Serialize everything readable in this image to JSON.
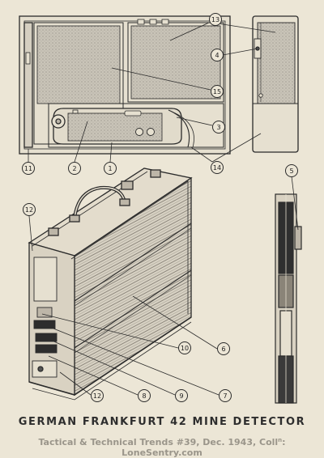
{
  "title": "GERMAN FRANKFURT 42 MINE DETECTOR",
  "credit_prefix": "Tactical & Technical Trends #39, Dec. 1943, Coll",
  "credit_sup": "n",
  "credit_suffix": ": LoneSentry.com",
  "callouts": [
    {
      "id": "11",
      "label": "11"
    },
    {
      "id": "2",
      "label": "2"
    },
    {
      "id": "1",
      "label": "1"
    },
    {
      "id": "13",
      "label": "13"
    },
    {
      "id": "15",
      "label": "15"
    },
    {
      "id": "3",
      "label": "3"
    },
    {
      "id": "14",
      "label": "14"
    },
    {
      "id": "4",
      "label": "4"
    },
    {
      "id": "5",
      "label": "5"
    },
    {
      "id": "12a",
      "label": "12"
    },
    {
      "id": "10",
      "label": "10"
    },
    {
      "id": "6",
      "label": "6"
    },
    {
      "id": "9",
      "label": "9"
    },
    {
      "id": "8",
      "label": "8"
    },
    {
      "id": "7",
      "label": "7"
    },
    {
      "id": "12b",
      "label": "12"
    }
  ]
}
